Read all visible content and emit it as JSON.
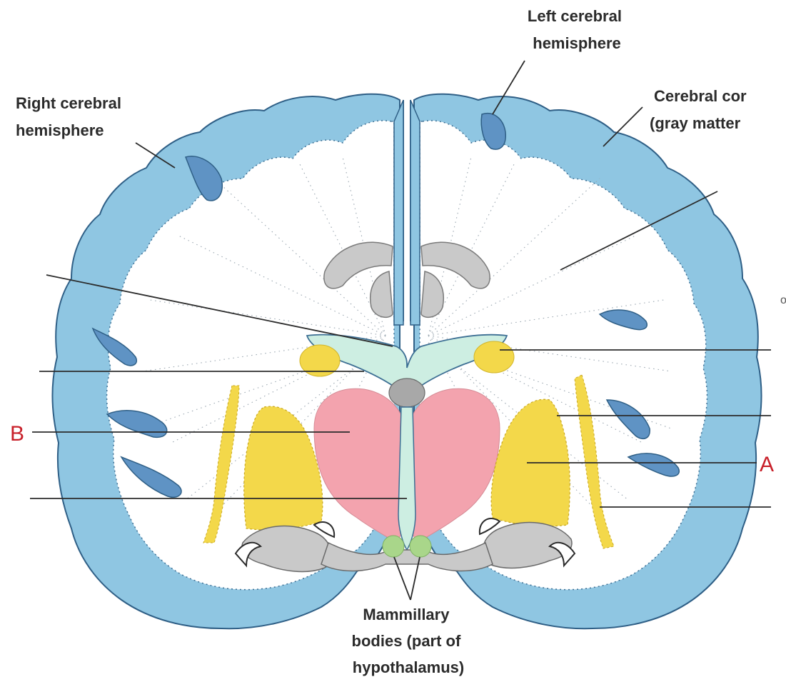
{
  "labels": {
    "left_cerebral_hemisphere": [
      "Left cerebral",
      "hemisphere"
    ],
    "right_cerebral_hemisphere": [
      "Right cerebral",
      "hemisphere"
    ],
    "cerebral_cortex": [
      "Cerebral cor",
      "(gray matter"
    ],
    "mammillary_bodies": [
      "Mammillary",
      "bodies (part of",
      "hypothalamus)"
    ],
    "marker_a": "A",
    "marker_b": "B"
  },
  "colors": {
    "cortex": "#8fc6e2",
    "cortex_deep": "#5f93c4",
    "ventricle": "#cdeee2",
    "thalamus": "#f3a3ae",
    "basal_nuclei": "#f3d84a",
    "hippocampus": "#c9c9c9",
    "mammillary": "#a9d68a",
    "marker": "#c8202a"
  }
}
